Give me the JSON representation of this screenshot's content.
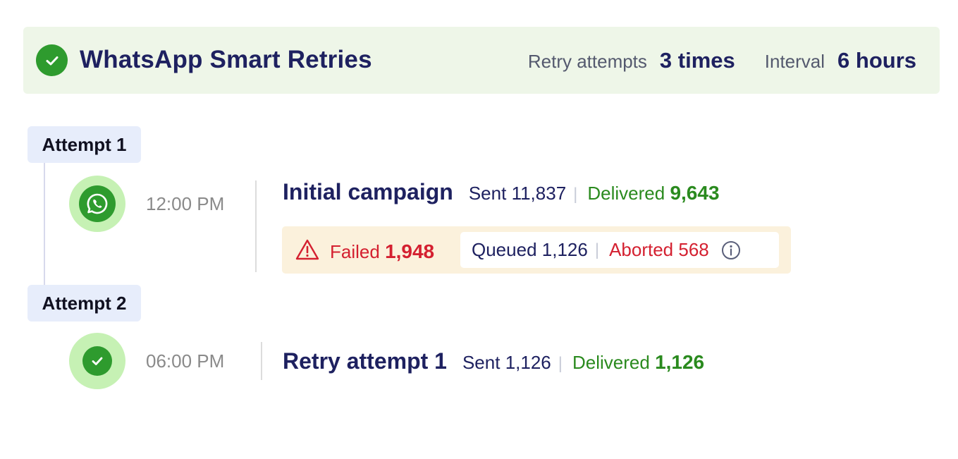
{
  "header": {
    "title": "WhatsApp Smart Retries",
    "retry_label": "Retry attempts",
    "retry_value": "3 times",
    "interval_label": "Interval",
    "interval_value": "6 hours",
    "status_icon": "check-circle-icon"
  },
  "attempts": [
    {
      "label": "Attempt 1",
      "icon": "whatsapp-icon",
      "time": "12:00 PM",
      "title": "Initial campaign",
      "sent_label": "Sent",
      "sent_value": "11,837",
      "delivered_label": "Delivered",
      "delivered_value": "9,643",
      "failed_label": "Failed",
      "failed_value": "1,948",
      "queued_label": "Queued",
      "queued_value": "1,126",
      "aborted_label": "Aborted",
      "aborted_value": "568"
    },
    {
      "label": "Attempt 2",
      "icon": "check-circle-icon",
      "time": "06:00 PM",
      "title": "Retry attempt 1",
      "sent_label": "Sent",
      "sent_value": "1,126",
      "delivered_label": "Delivered",
      "delivered_value": "1,126"
    }
  ],
  "separator": "|",
  "colors": {
    "brand_green": "#2e9b2e",
    "title_navy": "#1e2160",
    "delivered_green": "#2a8a1e",
    "failed_red": "#d42030",
    "banner_bg": "#eef6e8",
    "fail_bg": "#fbf1dc"
  }
}
